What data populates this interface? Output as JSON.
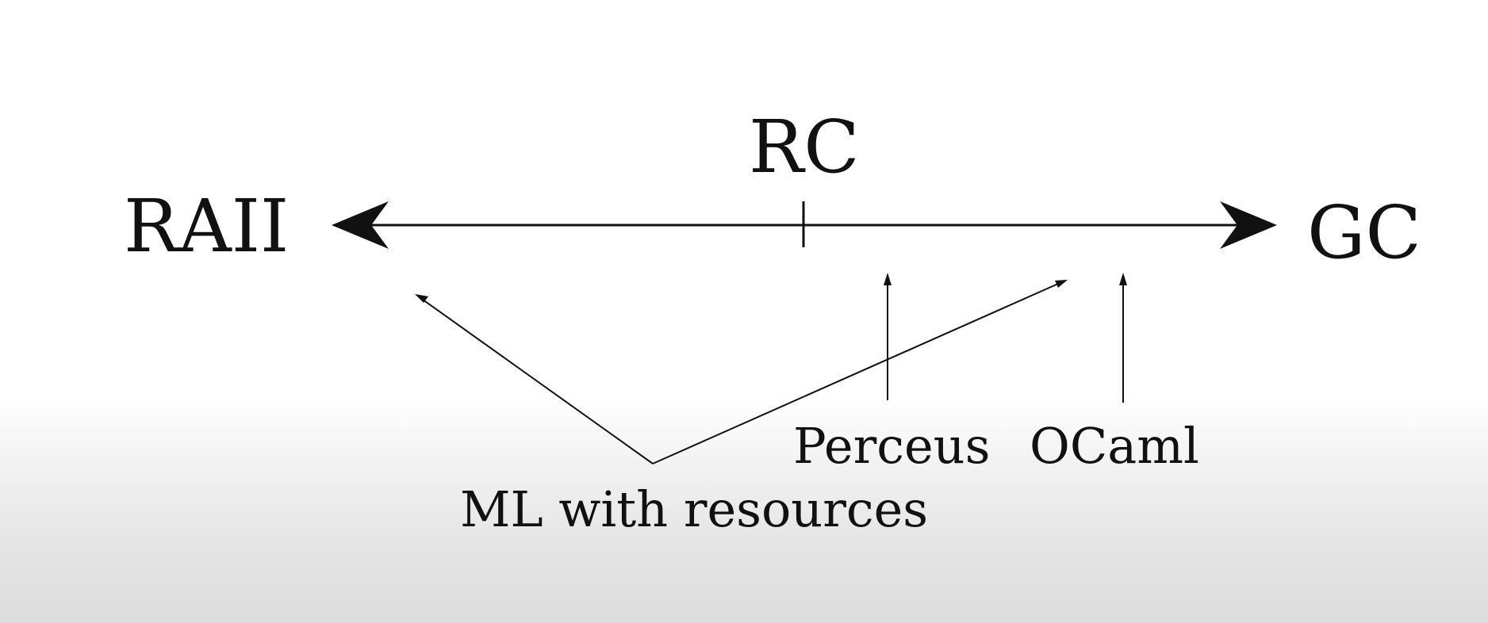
{
  "diagram": {
    "axis": {
      "left_label": "RAII",
      "right_label": "GC",
      "marker_label": "RC"
    },
    "annotations": [
      {
        "id": "perceus",
        "label": "Perceus"
      },
      {
        "id": "ocaml",
        "label": "OCaml"
      },
      {
        "id": "ml-with-resources",
        "label": "ML with resources"
      }
    ],
    "colors": {
      "ink": "#111111",
      "background": "#ffffff"
    }
  }
}
